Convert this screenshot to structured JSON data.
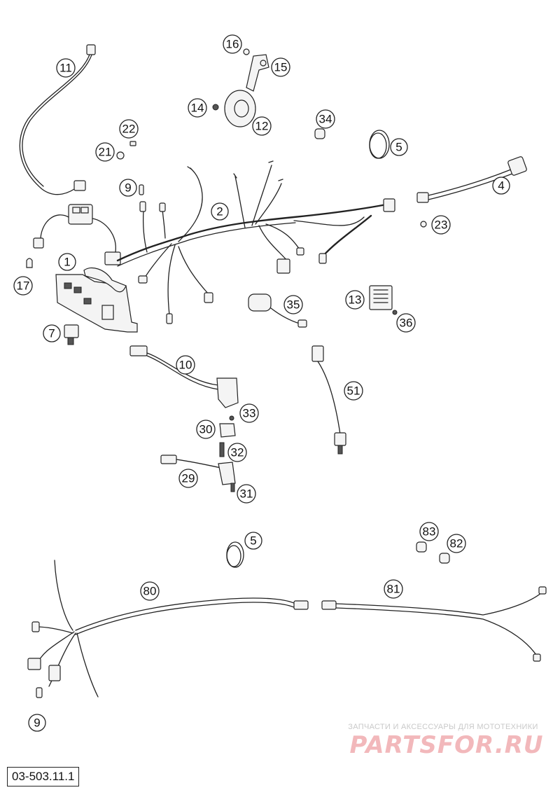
{
  "drawing_code": "03-503.11.1",
  "watermark": {
    "tagline": "ЗАПЧАСТИ И АКСЕССУАРЫ ДЛЯ МОТОТЕХНИКИ",
    "logo": "PARTSFOR.RU"
  },
  "callouts": [
    {
      "id": "c1",
      "label": "1"
    },
    {
      "id": "c2",
      "label": "2"
    },
    {
      "id": "c4",
      "label": "4"
    },
    {
      "id": "c5a",
      "label": "5"
    },
    {
      "id": "c5b",
      "label": "5"
    },
    {
      "id": "c7",
      "label": "7"
    },
    {
      "id": "c9a",
      "label": "9"
    },
    {
      "id": "c9b",
      "label": "9"
    },
    {
      "id": "c10",
      "label": "10"
    },
    {
      "id": "c11",
      "label": "11"
    },
    {
      "id": "c12",
      "label": "12"
    },
    {
      "id": "c13",
      "label": "13"
    },
    {
      "id": "c14",
      "label": "14"
    },
    {
      "id": "c15",
      "label": "15"
    },
    {
      "id": "c16",
      "label": "16"
    },
    {
      "id": "c17",
      "label": "17"
    },
    {
      "id": "c21",
      "label": "21"
    },
    {
      "id": "c22",
      "label": "22"
    },
    {
      "id": "c23",
      "label": "23"
    },
    {
      "id": "c29",
      "label": "29"
    },
    {
      "id": "c30",
      "label": "30"
    },
    {
      "id": "c31",
      "label": "31"
    },
    {
      "id": "c32",
      "label": "32"
    },
    {
      "id": "c33",
      "label": "33"
    },
    {
      "id": "c34",
      "label": "34"
    },
    {
      "id": "c35",
      "label": "35"
    },
    {
      "id": "c36",
      "label": "36"
    },
    {
      "id": "c51",
      "label": "51"
    },
    {
      "id": "c80",
      "label": "80"
    },
    {
      "id": "c81",
      "label": "81"
    },
    {
      "id": "c82",
      "label": "82"
    },
    {
      "id": "c83",
      "label": "83"
    }
  ]
}
